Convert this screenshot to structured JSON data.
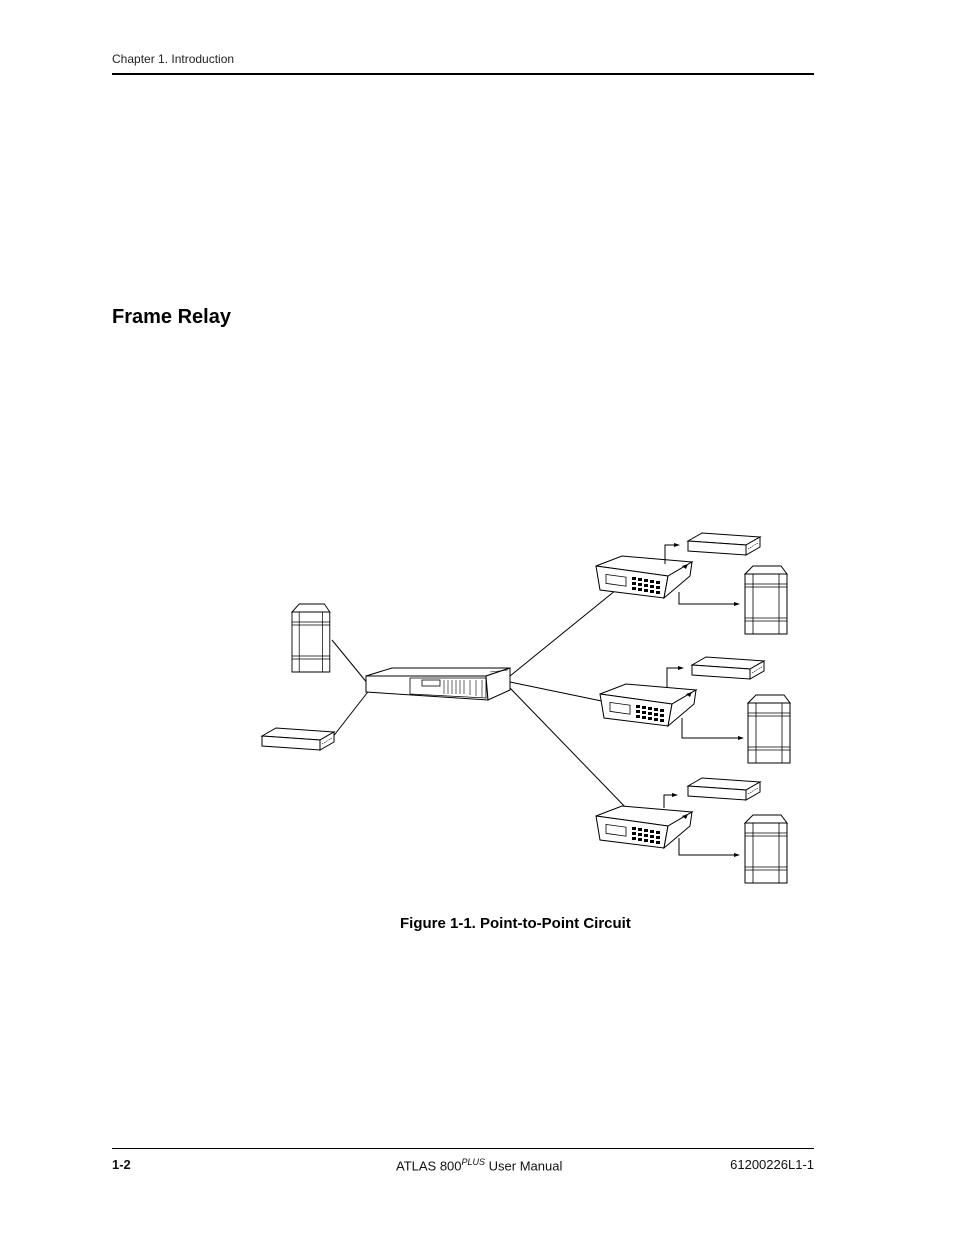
{
  "header": {
    "chapter": "Chapter 1.  Introduction"
  },
  "section": {
    "heading": "Frame Relay"
  },
  "figure": {
    "caption": "Figure 1-1.  Point-to-Point Circuit"
  },
  "footer": {
    "page_number": "1-2",
    "product": "ATLAS  800",
    "product_superscript": "PLUS",
    "product_suffix": " User Manual",
    "doc_number": "61200226L1-1"
  }
}
